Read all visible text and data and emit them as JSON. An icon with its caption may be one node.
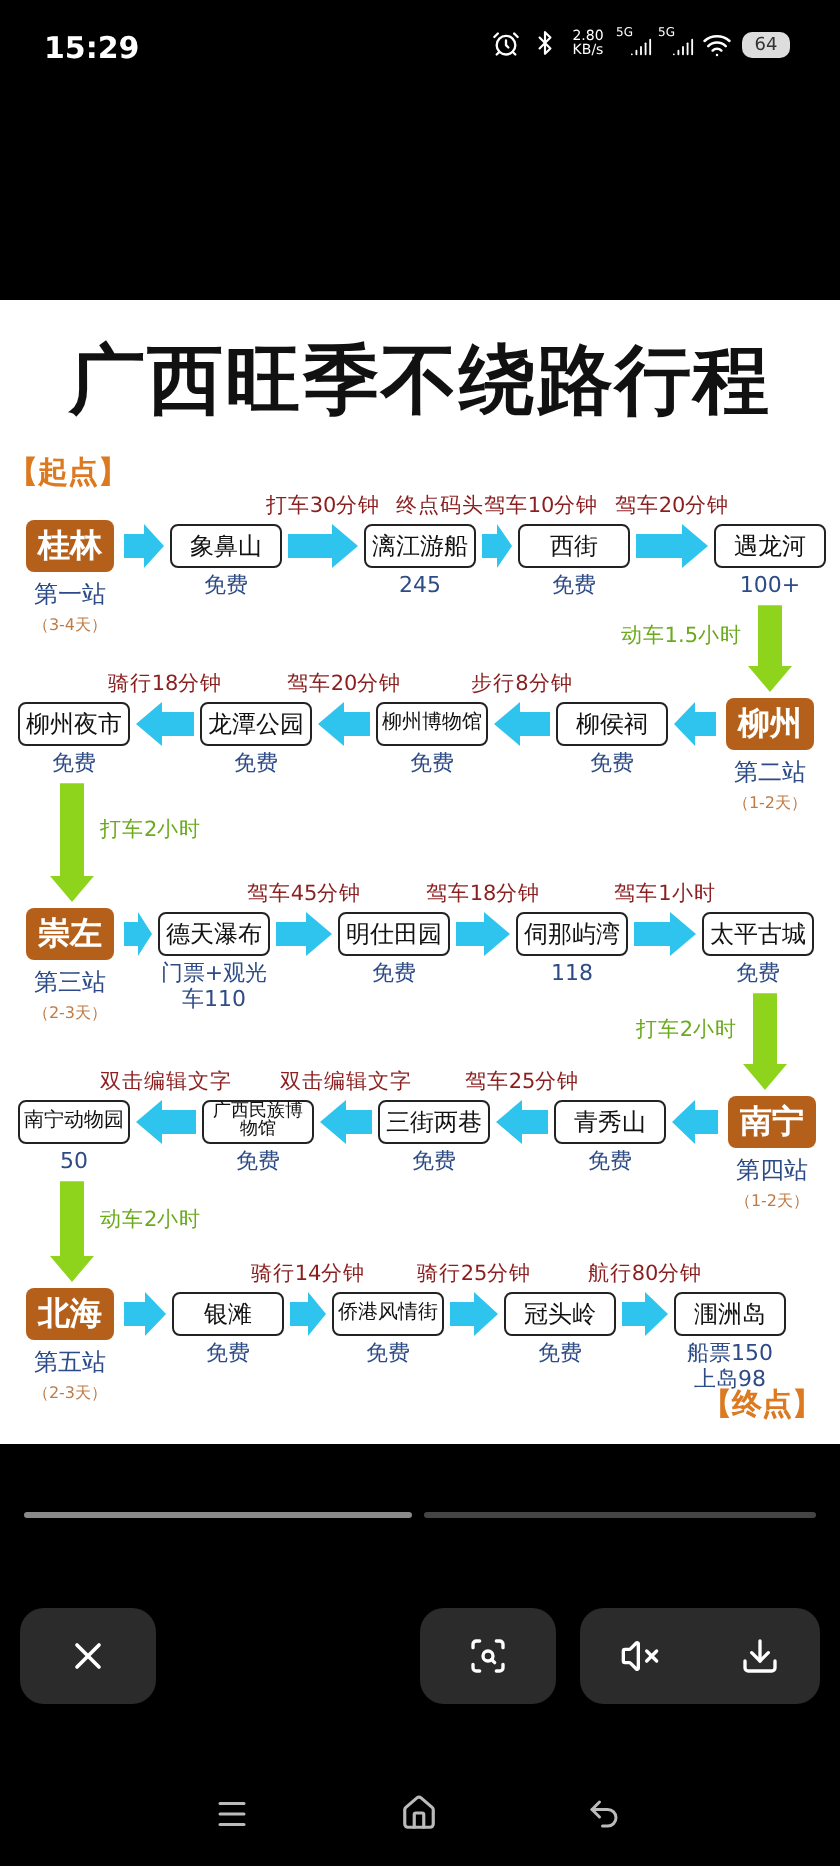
{
  "diagram": {
    "title": "广西旺季**不绕路**行程",
    "nodes": [
      {
        "text": [
          "桂林"
        ],
        "beside": [
          "第一站",
          "（3-4天）"
        ]
      },
      {
        "text": [
          "象鼻山"
        ],
        "beside": [
          "免费"
        ]
      },
      {
        "text": [
          "漓江游船"
        ],
        "beside": [
          "245"
        ]
      },
      {
        "text": [
          "西街"
        ],
        "beside": [
          "免费"
        ]
      },
      {
        "text": [
          "遇龙河"
        ],
        "beside": [
          "100+"
        ]
      },
      {
        "text": [
          "柳州夜市"
        ],
        "beside": [
          "免费"
        ]
      },
      {
        "text": [
          "龙潭公园"
        ],
        "beside": [
          "免费"
        ]
      },
      {
        "text": [
          "柳州博物馆"
        ],
        "beside": [
          "免费"
        ]
      },
      {
        "text": [
          "柳侯祠"
        ],
        "beside": [
          "免费"
        ]
      },
      {
        "text": [
          "柳州"
        ],
        "beside": [
          "第二站",
          "（1-2天）"
        ]
      },
      {
        "text": [
          "崇左"
        ],
        "beside": [
          "第三站",
          "（2-3天）"
        ]
      },
      {
        "text": [
          "德天瀑布"
        ],
        "beside": [
          "门票+观光车110"
        ]
      },
      {
        "text": [
          "明仕田园"
        ],
        "beside": [
          "免费"
        ]
      },
      {
        "text": [
          "伺那屿湾"
        ],
        "beside": [
          "118"
        ]
      },
      {
        "text": [
          "太平古城"
        ],
        "beside": [
          "免费"
        ]
      },
      {
        "text": [
          "南宁动物园"
        ],
        "beside": [
          "50"
        ]
      },
      {
        "text": [
          "广西民族博物馆"
        ],
        "beside": [
          "免费"
        ]
      },
      {
        "text": [
          "三街两巷"
        ],
        "beside": [
          "免费"
        ]
      },
      {
        "text": [
          "青秀山"
        ],
        "beside": [
          "免费"
        ]
      },
      {
        "text": [
          "南宁"
        ],
        "beside": [
          "第四站",
          "（1-2天）"
        ]
      },
      {
        "text": [
          "北海"
        ],
        "beside": [
          "第五站",
          "（2-3天）"
        ]
      },
      {
        "text": [
          "银滩"
        ],
        "beside": [
          "免费"
        ]
      },
      {
        "text": [
          "侨港风情街"
        ],
        "beside": [
          "免费"
        ]
      },
      {
        "text": [
          "冠头岭"
        ],
        "beside": [
          "免费"
        ]
      },
      {
        "text": [
          "涠洲岛"
        ],
        "beside": [
          "船票150 上岛98"
        ]
      }
    ],
    "edges": [
      {
        "from": 0,
        "to": 1,
        "arrow": "to"
      },
      {
        "from": 1,
        "to": 2,
        "arrow": "to",
        "label": "打车30分钟"
      },
      {
        "from": 2,
        "to": 3,
        "arrow": "to",
        "label": "终点码头驾车10分钟"
      },
      {
        "from": 3,
        "to": 4,
        "arrow": "to",
        "label": "驾车20分钟"
      },
      {
        "from": 4,
        "to": 9,
        "arrow": "to",
        "label": "动车1.5小时",
        "color": "#8fd41c"
      },
      {
        "from": 9,
        "to": 8,
        "arrow": "to"
      },
      {
        "from": 8,
        "to": 7,
        "arrow": "to",
        "label": "步行8分钟"
      },
      {
        "from": 7,
        "to": 6,
        "arrow": "to",
        "label": "驾车20分钟"
      },
      {
        "from": 6,
        "to": 5,
        "arrow": "to",
        "label": "骑行18分钟"
      },
      {
        "from": 5,
        "to": 10,
        "arrow": "to",
        "label": "打车2小时",
        "color": "#8fd41c"
      },
      {
        "from": 10,
        "to": 11,
        "arrow": "to"
      },
      {
        "from": 11,
        "to": 12,
        "arrow": "to",
        "label": "驾车45分钟"
      },
      {
        "from": 12,
        "to": 13,
        "arrow": "to",
        "label": "驾车18分钟"
      },
      {
        "from": 13,
        "to": 14,
        "arrow": "to",
        "label": "驾车1小时"
      },
      {
        "from": 14,
        "to": 19,
        "arrow": "to",
        "label": "打车2小时",
        "color": "#8fd41c"
      },
      {
        "from": 19,
        "to": 18,
        "arrow": "to"
      },
      {
        "from": 18,
        "to": 17,
        "arrow": "to",
        "label": "驾车25分钟"
      },
      {
        "from": 17,
        "to": 16,
        "arrow": "to",
        "label": "双击编辑文字"
      },
      {
        "from": 16,
        "to": 15,
        "arrow": "to",
        "label": "双击编辑文字"
      },
      {
        "from": 15,
        "to": 20,
        "arrow": "to",
        "label": "动车2小时",
        "color": "#8fd41c"
      },
      {
        "from": 20,
        "to": 21,
        "arrow": "to"
      },
      {
        "from": 21,
        "to": 22,
        "arrow": "to",
        "label": "骑行14分钟"
      },
      {
        "from": 22,
        "to": 23,
        "arrow": "to",
        "label": "骑行25分钟"
      },
      {
        "from": 23,
        "to": 24,
        "arrow": "to",
        "label": "航行80分钟"
      }
    ],
    "labels": [
      "15:29",
      "2.80 KB/s",
      "5G",
      "5G",
      "64",
      "【起点】",
      "【终点】"
    ]
  }
}
